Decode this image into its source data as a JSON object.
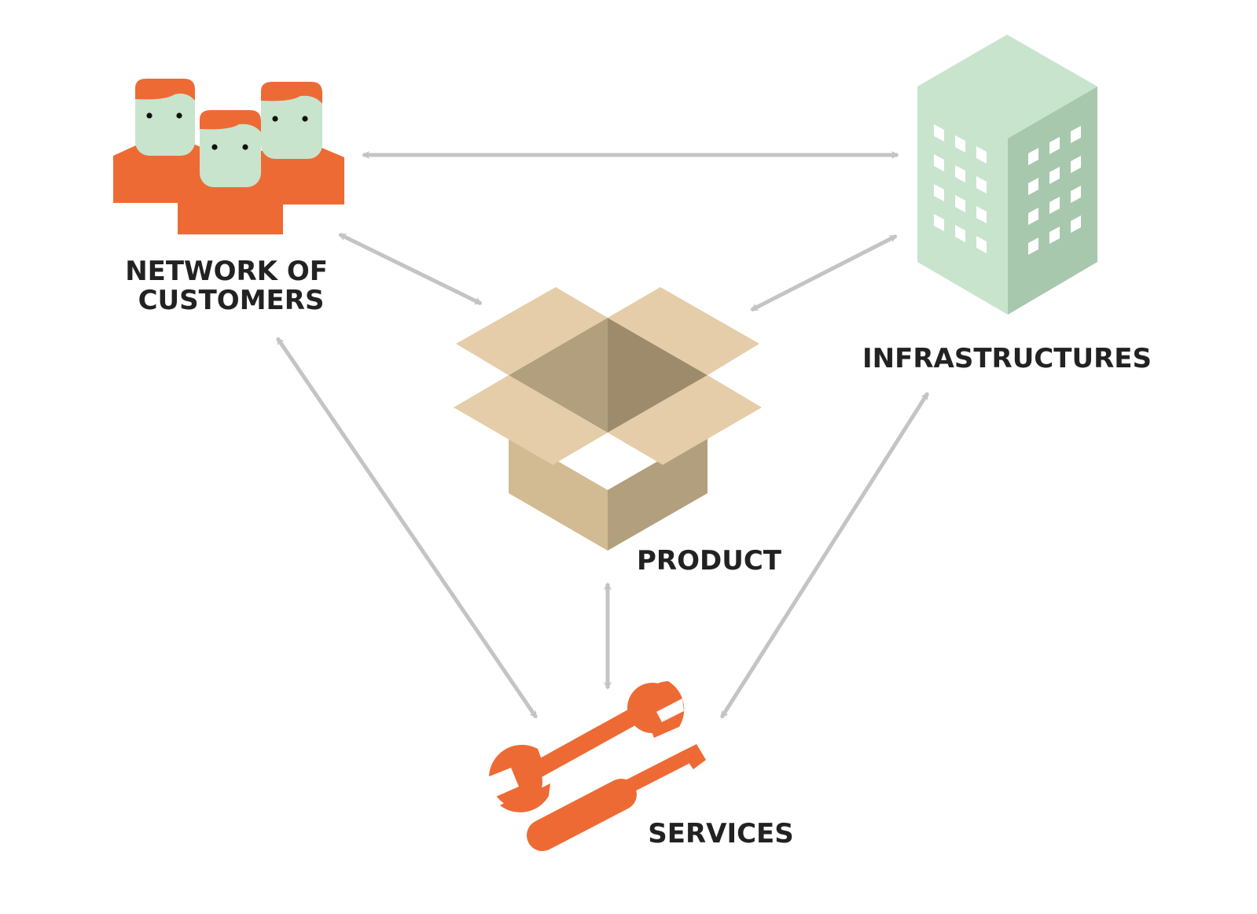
{
  "nodes": {
    "customers": {
      "label_lines": [
        "NETWORK OF",
        "CUSTOMERS"
      ],
      "icon": "people-group-icon"
    },
    "infrastructures": {
      "label": "INFRASTRUCTURES",
      "icon": "building-icon"
    },
    "product": {
      "label": "PRODUCT",
      "icon": "open-box-icon"
    },
    "services": {
      "label": "SERVICES",
      "icon": "wrench-screwdriver-icon"
    }
  },
  "connections": [
    {
      "from": "customers",
      "to": "infrastructures",
      "direction": "bidirectional"
    },
    {
      "from": "customers",
      "to": "product",
      "direction": "bidirectional"
    },
    {
      "from": "infrastructures",
      "to": "product",
      "direction": "bidirectional"
    },
    {
      "from": "customers",
      "to": "services",
      "direction": "bidirectional"
    },
    {
      "from": "product",
      "to": "services",
      "direction": "bidirectional"
    },
    {
      "from": "infrastructures",
      "to": "services",
      "direction": "bidirectional"
    }
  ],
  "colors": {
    "orange": "#EE6A35",
    "face_green": "#C8E4CD",
    "building_light": "#C8E4CD",
    "building_dark": "#A8C8AE",
    "box_light": "#E4CDA8",
    "box_mid": "#D2BB92",
    "box_dark": "#B29F7D",
    "box_inner": "#9E8B6C",
    "arrow_gray": "#C4C4C4",
    "text": "#222222"
  }
}
